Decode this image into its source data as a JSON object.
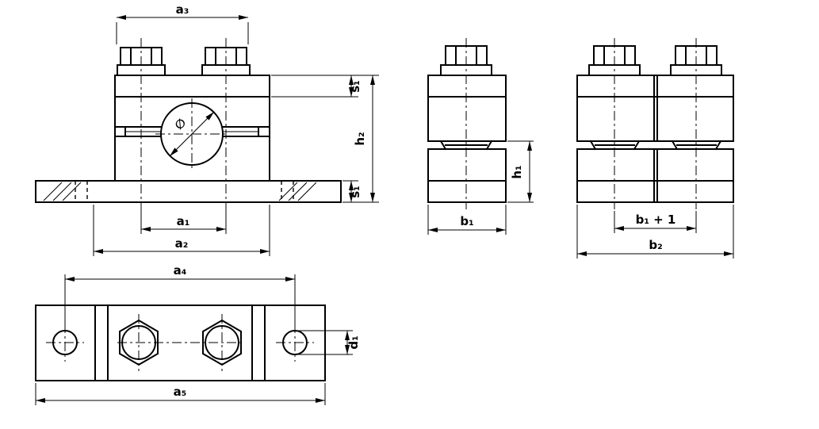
{
  "colors": {
    "ink": "#000000",
    "paper": "#ffffff"
  },
  "drawing": {
    "front_view": {
      "a3": "a₃",
      "s1_top": "s₁",
      "h2": "h₂",
      "s1_bottom": "s₁",
      "bore_diameter": "∅",
      "a1": "a₁",
      "a2": "a₂"
    },
    "side_view": {
      "b1": "b₁",
      "h1": "h₁"
    },
    "stacked_view": {
      "b1_plus_1": "b₁ + 1",
      "b2": "b₂"
    },
    "top_view": {
      "a4": "a₄",
      "a5": "a₅",
      "d1": "d₁"
    }
  }
}
